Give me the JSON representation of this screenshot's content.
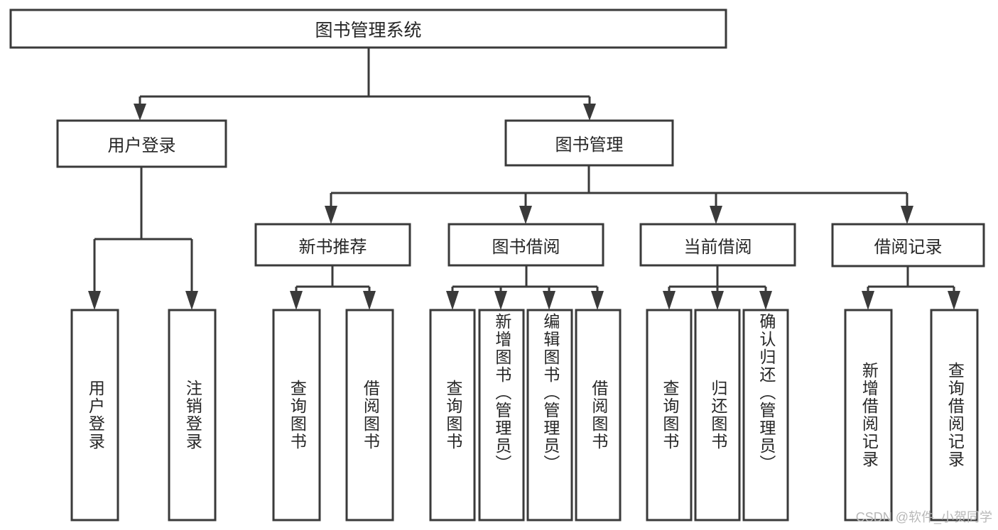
{
  "diagram": {
    "type": "tree-hierarchy",
    "title": "图书管理系统",
    "watermark": "CSDN @软件_小贺同学",
    "colors": {
      "background": "#ffffff",
      "stroke": "#3a3a3a",
      "text": "#262626",
      "watermark": "#b8b8b8"
    },
    "root": {
      "label": "图书管理系统",
      "orientation": "horizontal"
    },
    "level1": [
      {
        "label": "用户登录",
        "orientation": "horizontal"
      },
      {
        "label": "图书管理",
        "orientation": "horizontal"
      }
    ],
    "level2": [
      {
        "label": "新书推荐",
        "orientation": "horizontal",
        "parent": "图书管理"
      },
      {
        "label": "图书借阅",
        "orientation": "horizontal",
        "parent": "图书管理"
      },
      {
        "label": "当前借阅",
        "orientation": "horizontal",
        "parent": "图书管理"
      },
      {
        "label": "借阅记录",
        "orientation": "horizontal",
        "parent": "图书管理"
      }
    ],
    "leaves": {
      "user_login": [
        {
          "label": "用户登录",
          "orientation": "vertical"
        },
        {
          "label": "注销登录",
          "orientation": "vertical"
        }
      ],
      "new_book_recommend": [
        {
          "label": "查询图书",
          "orientation": "vertical"
        },
        {
          "label": "借阅图书",
          "orientation": "vertical"
        }
      ],
      "book_borrow": [
        {
          "label": "查询图书",
          "orientation": "vertical"
        },
        {
          "label": "新增图书（管理员）",
          "orientation": "vertical"
        },
        {
          "label": "编辑图书（管理员）",
          "orientation": "vertical"
        },
        {
          "label": "借阅图书",
          "orientation": "vertical"
        }
      ],
      "current_borrow": [
        {
          "label": "查询图书",
          "orientation": "vertical"
        },
        {
          "label": "归还图书",
          "orientation": "vertical"
        },
        {
          "label": "确认归还（管理员）",
          "orientation": "vertical"
        }
      ],
      "borrow_record": [
        {
          "label": "新增借阅记录",
          "orientation": "vertical"
        },
        {
          "label": "查询借阅记录",
          "orientation": "vertical"
        }
      ]
    }
  }
}
